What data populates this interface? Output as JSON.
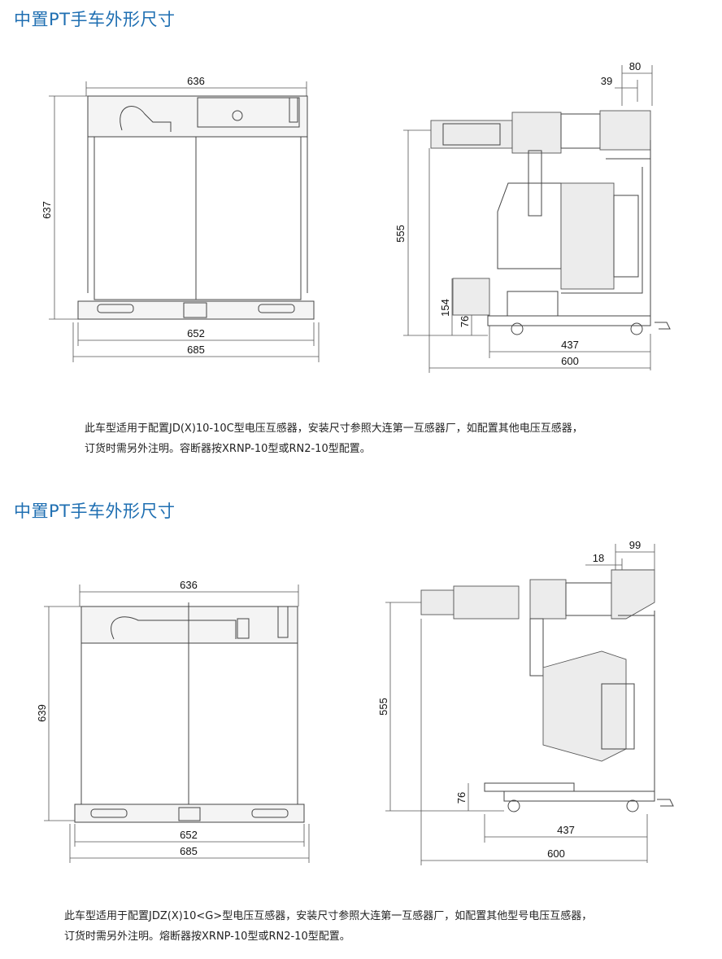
{
  "sections": [
    {
      "title": "中置PT手车外形尺寸",
      "front_dims": {
        "width_top": "636",
        "height": "637",
        "base_inner": "652",
        "base_outer": "685"
      },
      "side_dims": {
        "top_a": "80",
        "top_b": "39",
        "height": "555",
        "h_mid": "154",
        "h_low": "76",
        "depth_a": "437",
        "depth_b": "600"
      },
      "description": [
        "此车型适用于配置JD(X)10-10C型电压互感器，安装尺寸参照大连第一互感器厂，如配置其他电压互感器，",
        "订货时需另外注明。容断器按XRNP-10型或RN2-10型配置。"
      ]
    },
    {
      "title": "中置PT手车外形尺寸",
      "front_dims": {
        "width_top": "636",
        "height": "639",
        "base_inner": "652",
        "base_outer": "685"
      },
      "side_dims": {
        "top_a": "99",
        "top_b": "18",
        "height": "555",
        "h_low": "76",
        "depth_a": "437",
        "depth_b": "600"
      },
      "description": [
        "此车型适用于配置JDZ(X)10<G>型电压互感器，安装尺寸参照大连第一互感器厂，如配置其他型号电压互感器，",
        "订货时需另外注明。熔断器按XRNP-10型或RN2-10型配置。"
      ]
    }
  ]
}
